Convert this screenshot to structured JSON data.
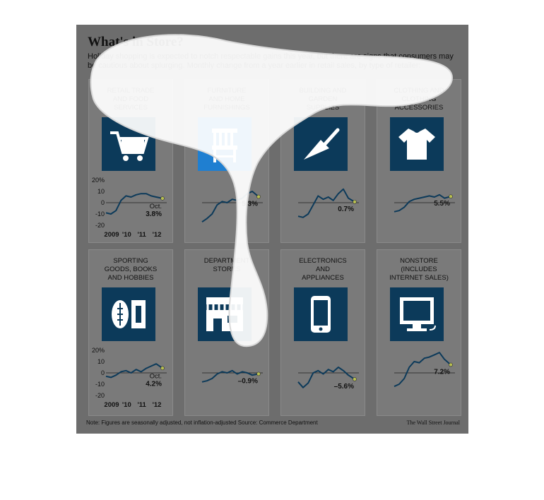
{
  "header": {
    "title": "What's in Store?",
    "subtitle": "Holiday shopping is expected to notch respectable gains this year, but there are signs that consumers may be cautious about splurging. Monthly change from a year earlier in retail sales, by type of retailer:"
  },
  "footer": {
    "note": "Note: Figures are seasonally adjusted, not inflation-adjusted   Source: Commerce Department",
    "credit": "The Wall Street Journal"
  },
  "colors": {
    "line": "#0c3a5a",
    "icon_bg": "#0c3a5a",
    "highlight_icon_bg": "#1f7fd1",
    "panel": "#7a7a7a",
    "end_marker": "#b8c050"
  },
  "chart_data": [
    {
      "type": "line",
      "title": "RETAIL TRADE\nAND FOOD\nSERVICES",
      "icon": "shopping-cart-icon",
      "ylim": [
        -20,
        20
      ],
      "yticks": [
        "20%",
        "10",
        "0",
        "-10",
        "-20"
      ],
      "xticks": [
        "2009",
        "'10",
        "'11",
        "'12"
      ],
      "x": [
        "2009-01",
        "2009-05",
        "2009-09",
        "2010-01",
        "2010-05",
        "2010-09",
        "2011-01",
        "2011-05",
        "2011-09",
        "2012-01",
        "2012-05",
        "2012-10"
      ],
      "values": [
        -9,
        -10,
        -7,
        2,
        6,
        5,
        7,
        8,
        8,
        6,
        5,
        3.8
      ],
      "end_label": "Oct.",
      "end_value": "3.8%"
    },
    {
      "type": "line",
      "title": "FURNITURE\nAND HOME\nFURNISHINGS",
      "icon": "chair-icon",
      "ylim": [
        -20,
        20
      ],
      "yticks": [],
      "xticks": [],
      "x": [
        "2009-01",
        "2009-05",
        "2009-09",
        "2010-01",
        "2010-05",
        "2010-09",
        "2011-01",
        "2011-05",
        "2011-09",
        "2012-01",
        "2012-05",
        "2012-10"
      ],
      "values": [
        -17,
        -14,
        -10,
        -2,
        1,
        0,
        3,
        2,
        4,
        8,
        10,
        5.3
      ],
      "end_label": "",
      "end_value": "5.3%"
    },
    {
      "type": "line",
      "title": "BUILDING AND\nGARDEN\nSUPPLIES",
      "icon": "trowel-icon",
      "ylim": [
        -20,
        20
      ],
      "yticks": [],
      "xticks": [],
      "x": [
        "2009-01",
        "2009-05",
        "2009-09",
        "2010-01",
        "2010-05",
        "2010-09",
        "2011-01",
        "2011-05",
        "2011-09",
        "2012-01",
        "2012-05",
        "2012-10"
      ],
      "values": [
        -12,
        -13,
        -10,
        -2,
        6,
        3,
        5,
        2,
        8,
        12,
        4,
        0.7
      ],
      "end_label": "",
      "end_value": "0.7%"
    },
    {
      "type": "line",
      "title": "CLOTHING AND\nCLOTHING\nACCESSORIES",
      "icon": "tshirt-icon",
      "ylim": [
        -20,
        20
      ],
      "yticks": [],
      "xticks": [],
      "x": [
        "2009-01",
        "2009-05",
        "2009-09",
        "2010-01",
        "2010-05",
        "2010-09",
        "2011-01",
        "2011-05",
        "2011-09",
        "2012-01",
        "2012-05",
        "2012-10"
      ],
      "values": [
        -8,
        -7,
        -4,
        1,
        3,
        4,
        5,
        6,
        5,
        7,
        4,
        5.5
      ],
      "end_label": "",
      "end_value": "5.5%"
    },
    {
      "type": "line",
      "title": "SPORTING\nGOODS, BOOKS\nAND HOBBIES",
      "icon": "football-book-icon",
      "ylim": [
        -20,
        20
      ],
      "yticks": [
        "20%",
        "10",
        "0",
        "-10",
        "-20"
      ],
      "xticks": [
        "2009",
        "'10",
        "'11",
        "'12"
      ],
      "x": [
        "2009-01",
        "2009-05",
        "2009-09",
        "2010-01",
        "2010-05",
        "2010-09",
        "2011-01",
        "2011-05",
        "2011-09",
        "2012-01",
        "2012-05",
        "2012-10"
      ],
      "values": [
        -3,
        -4,
        -2,
        1,
        2,
        0,
        3,
        1,
        4,
        6,
        8,
        4.2
      ],
      "end_label": "Oct.",
      "end_value": "4.2%"
    },
    {
      "type": "line",
      "title": "DEPARTMENT\nSTORES",
      "icon": "department-store-icon",
      "ylim": [
        -20,
        20
      ],
      "yticks": [],
      "xticks": [],
      "x": [
        "2009-01",
        "2009-05",
        "2009-09",
        "2010-01",
        "2010-05",
        "2010-09",
        "2011-01",
        "2011-05",
        "2011-09",
        "2012-01",
        "2012-05",
        "2012-10"
      ],
      "values": [
        -8,
        -7,
        -5,
        -1,
        1,
        0,
        2,
        -1,
        1,
        0,
        -2,
        -0.9
      ],
      "end_label": "",
      "end_value": "–0.9%"
    },
    {
      "type": "line",
      "title": "ELECTRONICS\nAND\nAPPLIANCES",
      "icon": "smartphone-icon",
      "ylim": [
        -20,
        20
      ],
      "yticks": [],
      "xticks": [],
      "x": [
        "2009-01",
        "2009-05",
        "2009-09",
        "2010-01",
        "2010-05",
        "2010-09",
        "2011-01",
        "2011-05",
        "2011-09",
        "2012-01",
        "2012-05",
        "2012-10"
      ],
      "values": [
        -8,
        -13,
        -9,
        0,
        2,
        -1,
        3,
        1,
        5,
        2,
        -2,
        -5.6
      ],
      "end_label": "",
      "end_value": "–5.6%"
    },
    {
      "type": "line",
      "title": "NONSTORE\n(INCLUDES\nINTERNET SALES)",
      "icon": "computer-icon",
      "ylim": [
        -20,
        20
      ],
      "yticks": [],
      "xticks": [],
      "x": [
        "2009-01",
        "2009-05",
        "2009-09",
        "2010-01",
        "2010-05",
        "2010-09",
        "2011-01",
        "2011-05",
        "2011-09",
        "2012-01",
        "2012-05",
        "2012-10"
      ],
      "values": [
        -12,
        -10,
        -5,
        5,
        10,
        9,
        13,
        14,
        16,
        18,
        12,
        7.2
      ],
      "end_label": "",
      "end_value": "7.2%"
    }
  ]
}
